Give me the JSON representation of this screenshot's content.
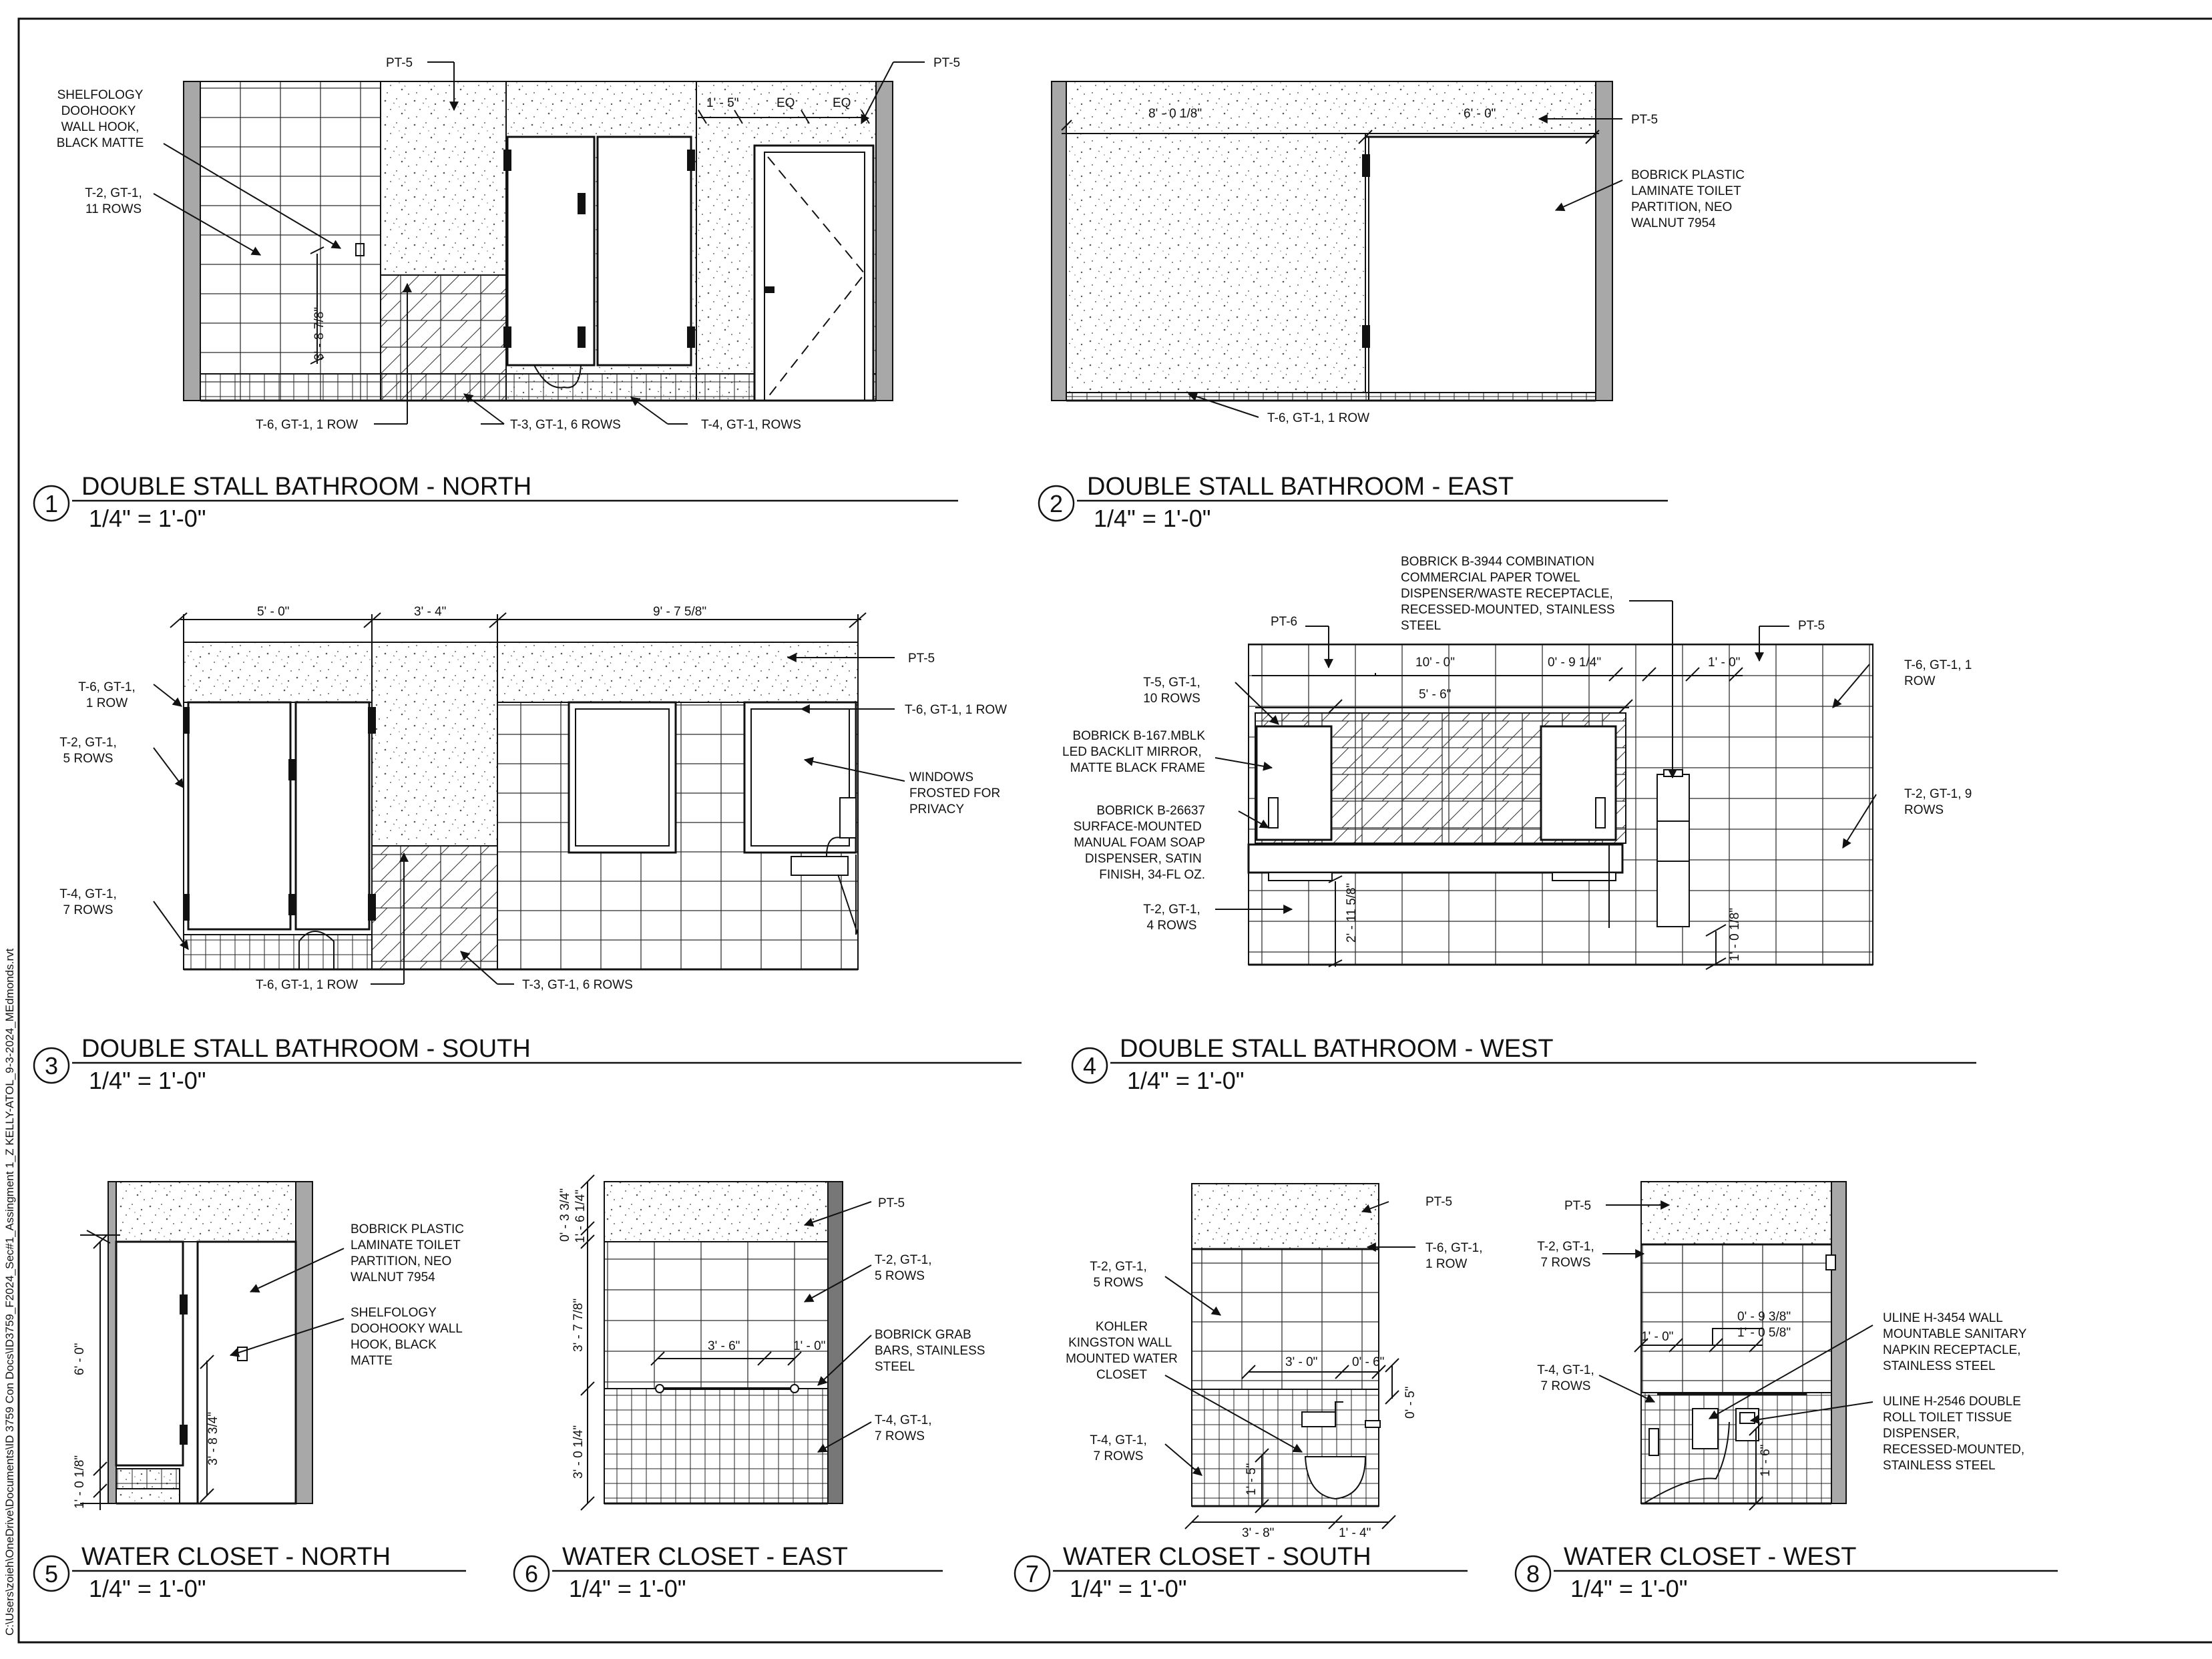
{
  "file_path": "C:\\Users\\zoieh\\OneDrive\\Documents\\ID 3759 Con Docs\\ID3759_F2024_Sec#1_Assingment 1_Z KELLY-ATOL_9-3-2024_MEdmonds.rvt",
  "views": [
    {
      "number": "1",
      "title": "DOUBLE STALL BATHROOM - NORTH",
      "scale": "1/4\" = 1'-0\""
    },
    {
      "number": "2",
      "title": "DOUBLE STALL BATHROOM - EAST",
      "scale": "1/4\" = 1'-0\""
    },
    {
      "number": "3",
      "title": "DOUBLE STALL BATHROOM - SOUTH",
      "scale": "1/4\" = 1'-0\""
    },
    {
      "number": "4",
      "title": "DOUBLE STALL BATHROOM - WEST",
      "scale": "1/4\" = 1'-0\""
    },
    {
      "number": "5",
      "title": "WATER CLOSET - NORTH",
      "scale": "1/4\" = 1'-0\""
    },
    {
      "number": "6",
      "title": "WATER CLOSET - EAST",
      "scale": "1/4\" = 1'-0\""
    },
    {
      "number": "7",
      "title": "WATER CLOSET - SOUTH",
      "scale": "1/4\" = 1'-0\""
    },
    {
      "number": "8",
      "title": "WATER CLOSET - WEST",
      "scale": "1/4\" = 1'-0\""
    }
  ],
  "v1": {
    "pt5_a": "PT-5",
    "pt5_b": "PT-5",
    "hook": [
      "SHELFOLOGY",
      "DOOHOOKY",
      "WALL HOOK,",
      "BLACK MATTE"
    ],
    "t2": [
      "T-2, GT-1,",
      "11 ROWS"
    ],
    "t6": "T-6, GT-1, 1 ROW",
    "t3": "T-3, GT-1, 6 ROWS",
    "t4": "T-4, GT-1, ROWS",
    "dim_h": "3' - 8 7/8\"",
    "dim_15": "1' - 5\"",
    "eq1": "EQ",
    "eq2": "EQ"
  },
  "v2": {
    "pt5": "PT-5",
    "partition": [
      "BOBRICK PLASTIC",
      "LAMINATE TOILET",
      "PARTITION, NEO",
      "WALNUT 7954"
    ],
    "t6": "T-6, GT-1, 1 ROW",
    "dim_a": "8' - 0 1/8\"",
    "dim_b": "6' - 0\""
  },
  "v3": {
    "pt5": "PT-5",
    "t6_left": [
      "T-6, GT-1,",
      "1 ROW"
    ],
    "t2": [
      "T-2, GT-1,",
      "5 ROWS"
    ],
    "t4": [
      "T-4, GT-1,",
      "7 ROWS"
    ],
    "t6_right": "T-6, GT-1, 1 ROW",
    "windows": [
      "WINDOWS",
      "FROSTED FOR",
      "PRIVACY"
    ],
    "t6_bottom": "T-6, GT-1, 1 ROW",
    "t3": "T-3, GT-1, 6 ROWS",
    "dim_a": "5' - 0\"",
    "dim_b": "3' - 4\"",
    "dim_c": "9' - 7 5/8\""
  },
  "v4": {
    "bobrick_top": [
      "BOBRICK B-3944 COMBINATION",
      "COMMERCIAL PAPER TOWEL",
      "DISPENSER/WASTE RECEPTACLE,",
      "RECESSED-MOUNTED, STAINLESS",
      "STEEL"
    ],
    "pt6": "PT-6",
    "pt5": "PT-5",
    "t5": [
      "T-5, GT-1,",
      "10 ROWS"
    ],
    "mirror": [
      "BOBRICK B-167.MBLK",
      "LED BACKLIT MIRROR,",
      "MATTE BLACK FRAME"
    ],
    "soap": [
      "BOBRICK B-26637",
      "SURFACE-MOUNTED",
      "MANUAL FOAM SOAP",
      "DISPENSER, SATIN",
      "FINISH, 34-FL OZ."
    ],
    "t2_left": [
      "T-2, GT-1,",
      "4 ROWS"
    ],
    "t6_right": [
      "T-6, GT-1, 1",
      "ROW"
    ],
    "t2_right": [
      "T-2, GT-1, 9",
      "ROWS"
    ],
    "dim_a": "10' - 0\"",
    "dim_b": "0' - 9 1/4\"",
    "dim_c": "1' - 0\"",
    "dim_d": "5' - 6\"",
    "dim_e": "2' - 11 5/8\"",
    "dim_f": "1' - 0 1/8\""
  },
  "v5": {
    "partition": [
      "BOBRICK PLASTIC",
      "LAMINATE TOILET",
      "PARTITION, NEO",
      "WALNUT 7954"
    ],
    "hook": [
      "SHELFOLOGY",
      "DOOHOOKY WALL",
      "HOOK, BLACK",
      "MATTE"
    ],
    "dim_a": "6' - 0\"",
    "dim_b": "3' - 8 3/4\"",
    "dim_c": "1' - 0 1/8\""
  },
  "v6": {
    "pt5": "PT-5",
    "t2": [
      "T-2, GT-1,",
      "5 ROWS"
    ],
    "grab": [
      "BOBRICK GRAB",
      "BARS, STAINLESS",
      "STEEL"
    ],
    "t4": [
      "T-4, GT-1,",
      "7 ROWS"
    ],
    "dim_a": "0' - 3 3/4\"",
    "dim_b": "1' - 6 1/4\"",
    "dim_c": "3' - 7 7/8\"",
    "dim_d": "3' - 6\"",
    "dim_e": "1' - 0\"",
    "dim_f": "3' - 0 1/4\""
  },
  "v7": {
    "pt5": "PT-5",
    "t6": [
      "T-6, GT-1,",
      "1 ROW"
    ],
    "t2": [
      "T-2, GT-1,",
      "5 ROWS"
    ],
    "kohler": [
      "KOHLER",
      "KINGSTON WALL",
      "MOUNTED WATER",
      "CLOSET"
    ],
    "t4": [
      "T-4, GT-1,",
      "7 ROWS"
    ],
    "dim_a": "3' - 0\"",
    "dim_b": "0' - 6\"",
    "dim_c": "0' - 5\"",
    "dim_d": "1' - 5\"",
    "dim_e": "3' - 8\"",
    "dim_f": "1' - 4\""
  },
  "v8": {
    "pt5": "PT-5",
    "t2": [
      "T-2, GT-1,",
      "7 ROWS"
    ],
    "t4": [
      "T-4, GT-1,",
      "7 ROWS"
    ],
    "napkin": [
      "ULINE H-3454 WALL",
      "MOUNTABLE SANITARY",
      "NAPKIN RECEPTACLE,",
      "STAINLESS STEEL"
    ],
    "tissue": [
      "ULINE H-2546 DOUBLE",
      "ROLL TOILET TISSUE",
      "DISPENSER,",
      "RECESSED-MOUNTED,",
      "STAINLESS STEEL"
    ],
    "dim_a": "0' - 9 3/8\"",
    "dim_b": "1' - 0\"",
    "dim_c": "1' - 0 5/8\"",
    "dim_d": "1' - 6\""
  }
}
